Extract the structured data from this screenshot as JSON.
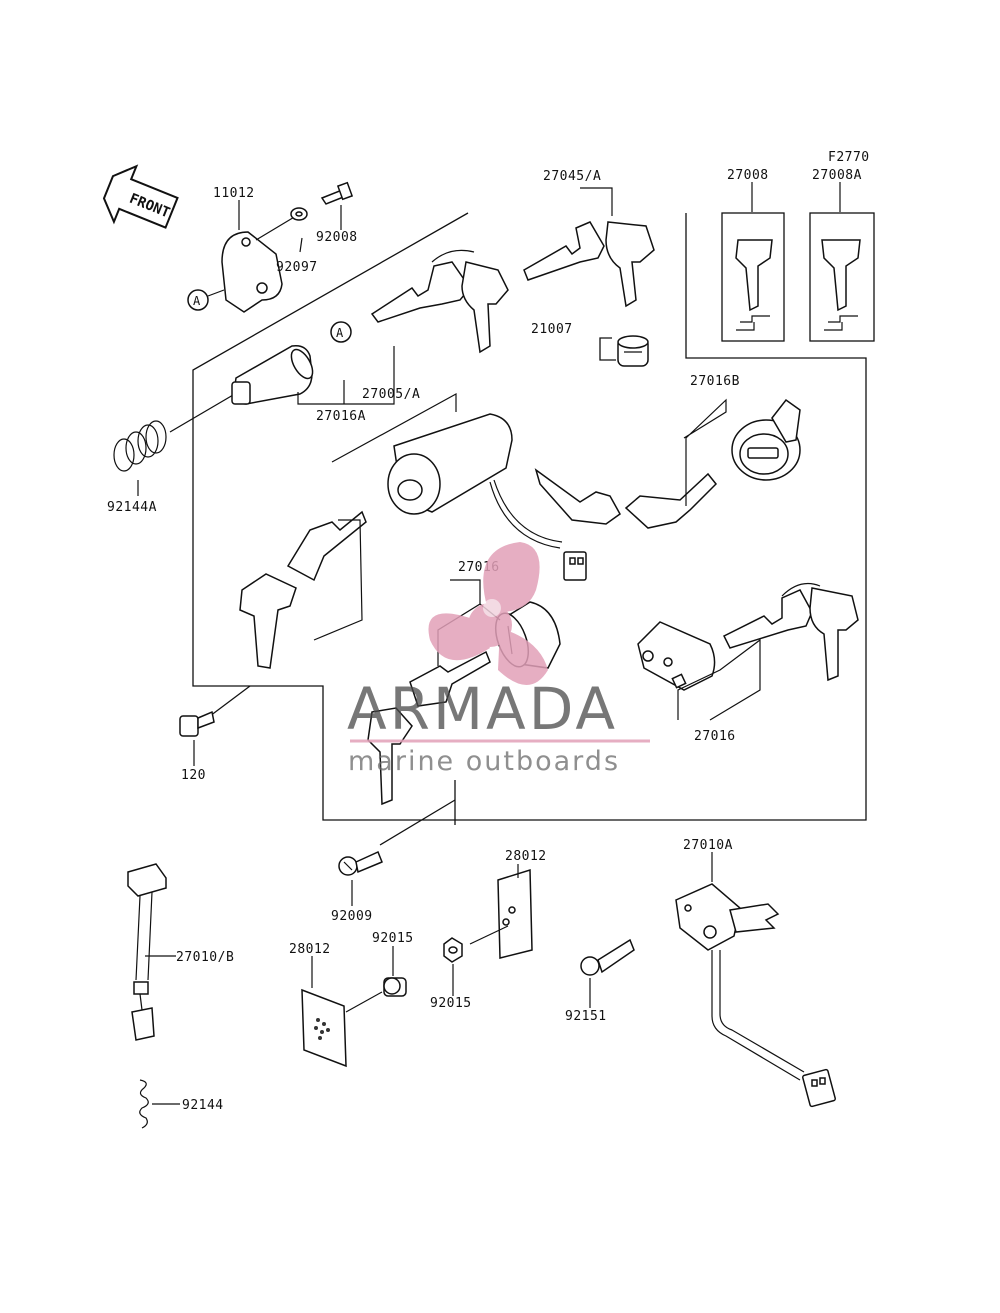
{
  "diagram": {
    "figure_code": "F2770",
    "front_label": "FRONT",
    "ref_marker": "A",
    "parts": [
      {
        "id": "p11012",
        "label": "11012"
      },
      {
        "id": "p92008",
        "label": "92008"
      },
      {
        "id": "p92097",
        "label": "92097"
      },
      {
        "id": "p27045",
        "label": "27045/A"
      },
      {
        "id": "p27008",
        "label": "27008"
      },
      {
        "id": "p27008A",
        "label": "27008A"
      },
      {
        "id": "p21007",
        "label": "21007"
      },
      {
        "id": "p27005",
        "label": "27005/A"
      },
      {
        "id": "p27016A",
        "label": "27016A"
      },
      {
        "id": "p27016B",
        "label": "27016B"
      },
      {
        "id": "p92144A",
        "label": "92144A"
      },
      {
        "id": "p27016a",
        "label": "27016"
      },
      {
        "id": "p27016b",
        "label": "27016"
      },
      {
        "id": "p120",
        "label": "120"
      },
      {
        "id": "p28012a",
        "label": "28012"
      },
      {
        "id": "p27010A",
        "label": "27010A"
      },
      {
        "id": "p92009",
        "label": "92009"
      },
      {
        "id": "p27010B",
        "label": "27010/B"
      },
      {
        "id": "p28012b",
        "label": "28012"
      },
      {
        "id": "p92015a",
        "label": "92015"
      },
      {
        "id": "p92015b",
        "label": "92015"
      },
      {
        "id": "p92151",
        "label": "92151"
      },
      {
        "id": "p92144",
        "label": "92144"
      }
    ]
  },
  "watermark": {
    "brand": "ARMADA",
    "tagline": "marine outboards",
    "accent_color": "#e2a0b8"
  }
}
